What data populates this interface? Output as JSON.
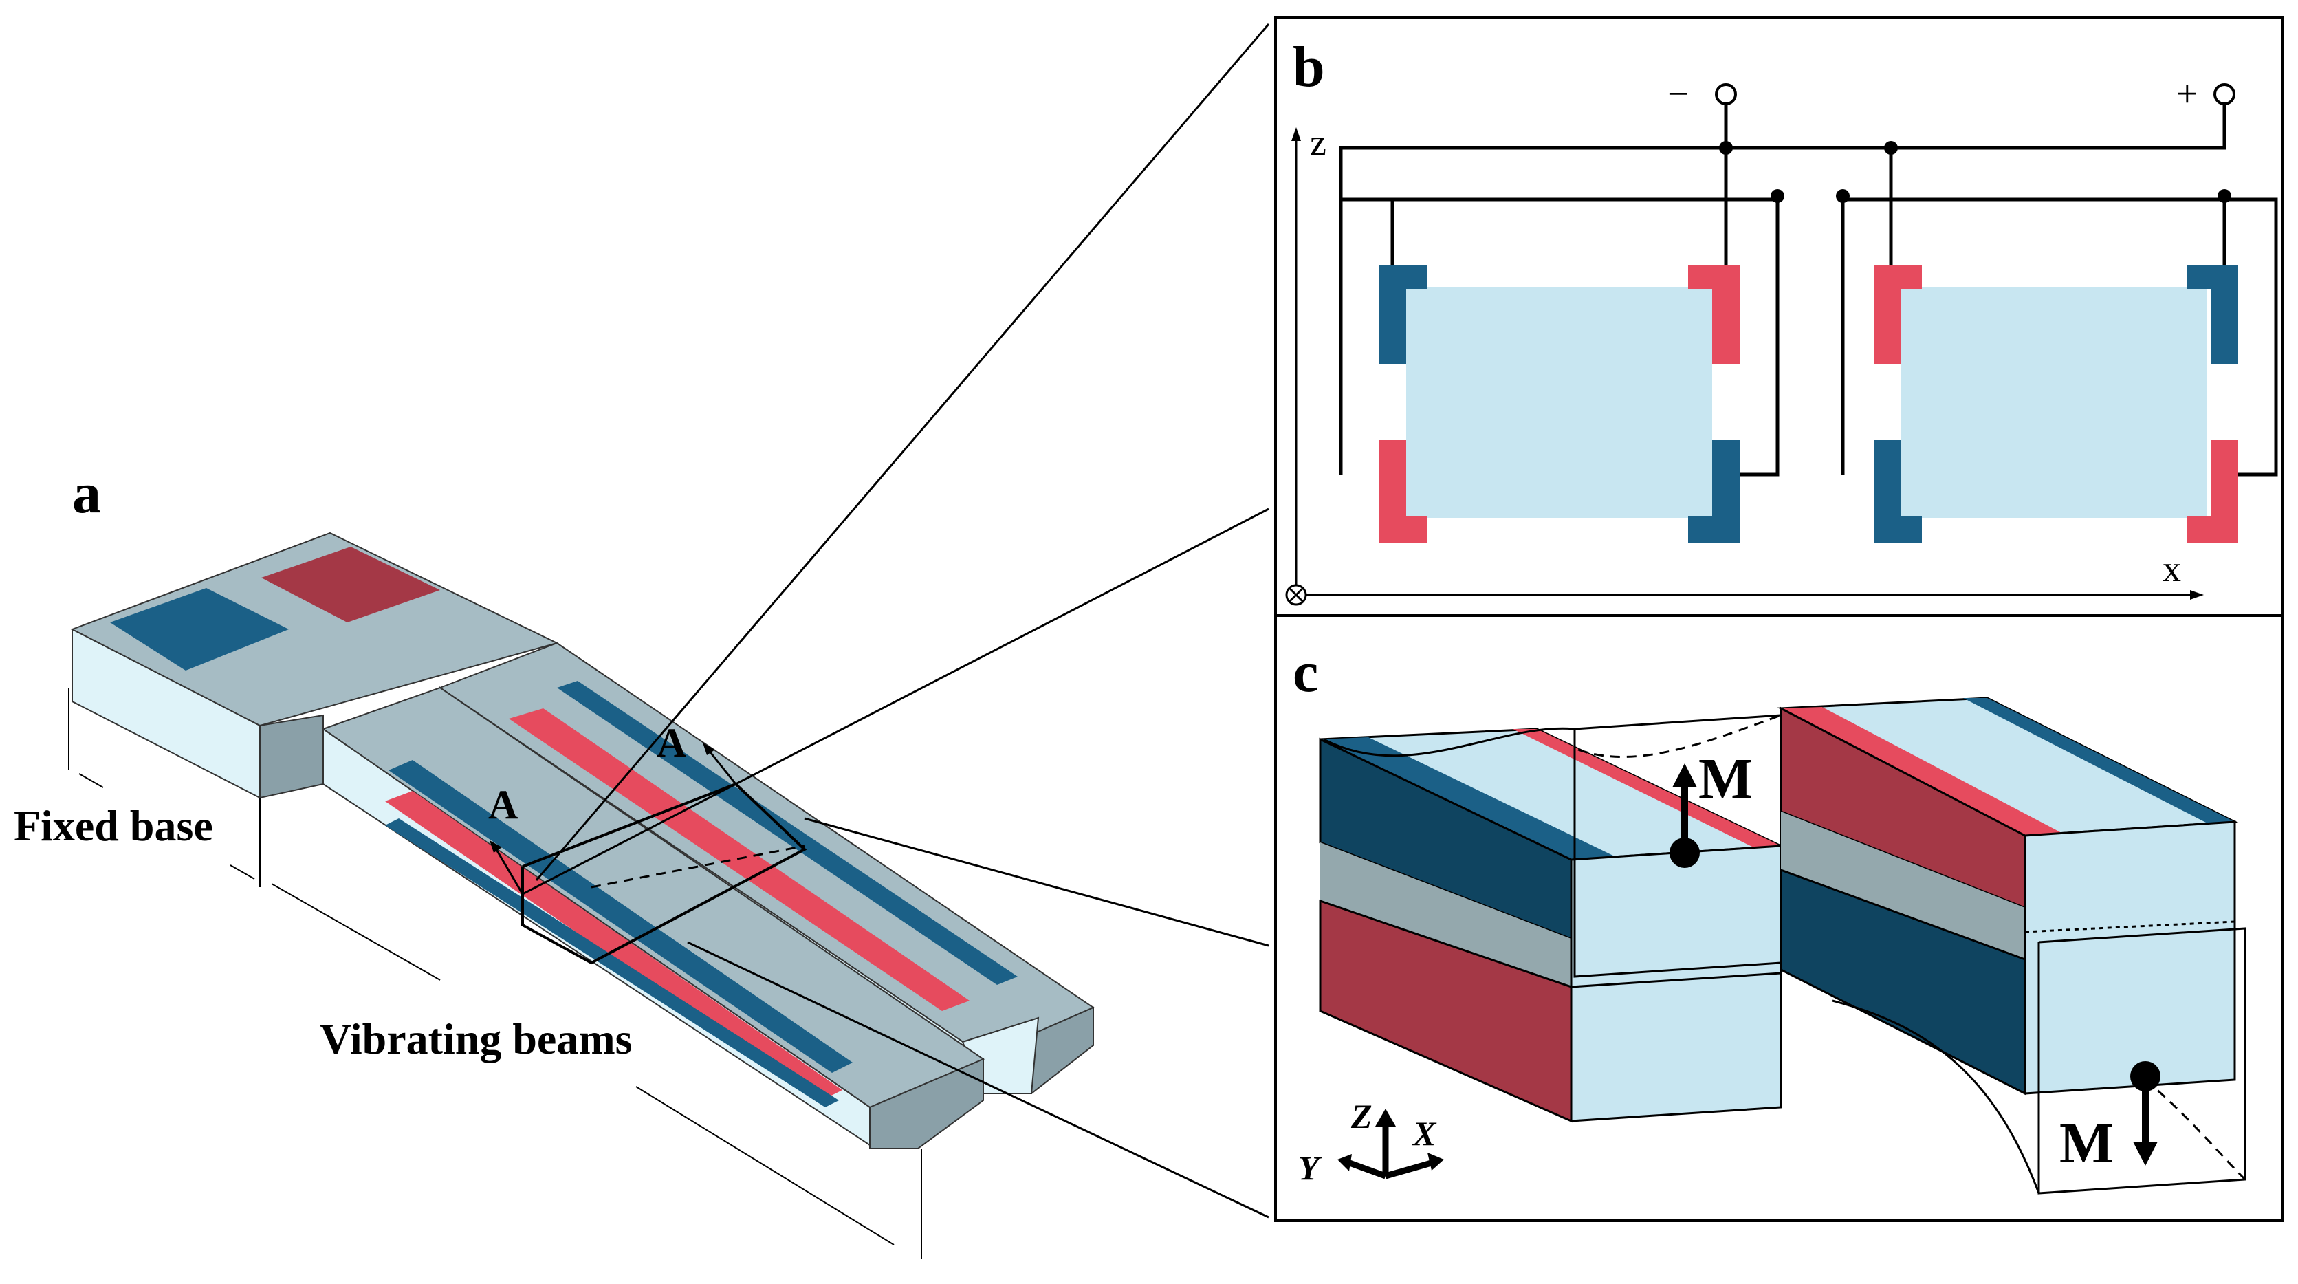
{
  "panel_a": {
    "label": "a",
    "fixed_base": "Fixed base",
    "vibrating_beams": "Vibrating beams",
    "section_1": "A",
    "section_2": "A"
  },
  "panel_b": {
    "label": "b",
    "terminal_minus": "−",
    "terminal_plus": "+",
    "axis_z": "z",
    "axis_x": "x"
  },
  "panel_c": {
    "label": "c",
    "moment_1": "M",
    "moment_2": "M",
    "axis_z": "Z",
    "axis_x": "X",
    "axis_y": "Y"
  },
  "colors": {
    "blue": "#1b6087",
    "dark_blue": "#0f4460",
    "red": "#e64b5e",
    "dark_red": "#a43846",
    "light_blue": "#c8e6f1",
    "gray": "#a6bcc4",
    "pale": "#dff3f9"
  }
}
